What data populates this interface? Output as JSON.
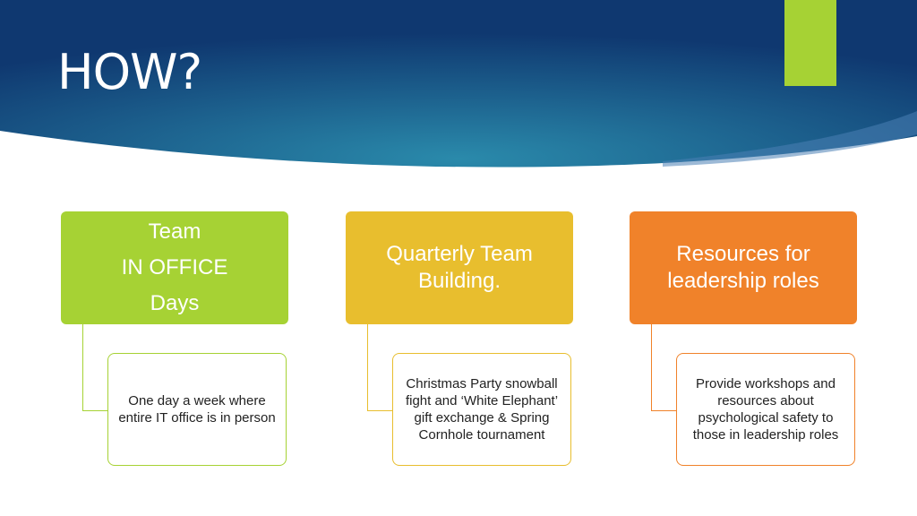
{
  "slide": {
    "title": "HOW?",
    "colors": {
      "header_dark": "#0f3870",
      "header_light": "#2a8aab",
      "accent_bar": "#a6d234",
      "green": "#a6d234",
      "yellow": "#e8be2e",
      "orange": "#f0822a"
    }
  },
  "columns": [
    {
      "color": "#a6d234",
      "main_lines": [
        "Team",
        "IN OFFICE",
        "Days"
      ],
      "detail": "One day a week where entire IT office is in person"
    },
    {
      "color": "#e8be2e",
      "main_text": "Quarterly Team Building.",
      "detail": "Christmas Party snowball fight and ‘White Elephant’ gift exchange & Spring Cornhole tournament"
    },
    {
      "color": "#f0822a",
      "main_text": "Resources for leadership roles",
      "detail": "Provide workshops and resources about psychological safety to those in leadership roles"
    }
  ]
}
